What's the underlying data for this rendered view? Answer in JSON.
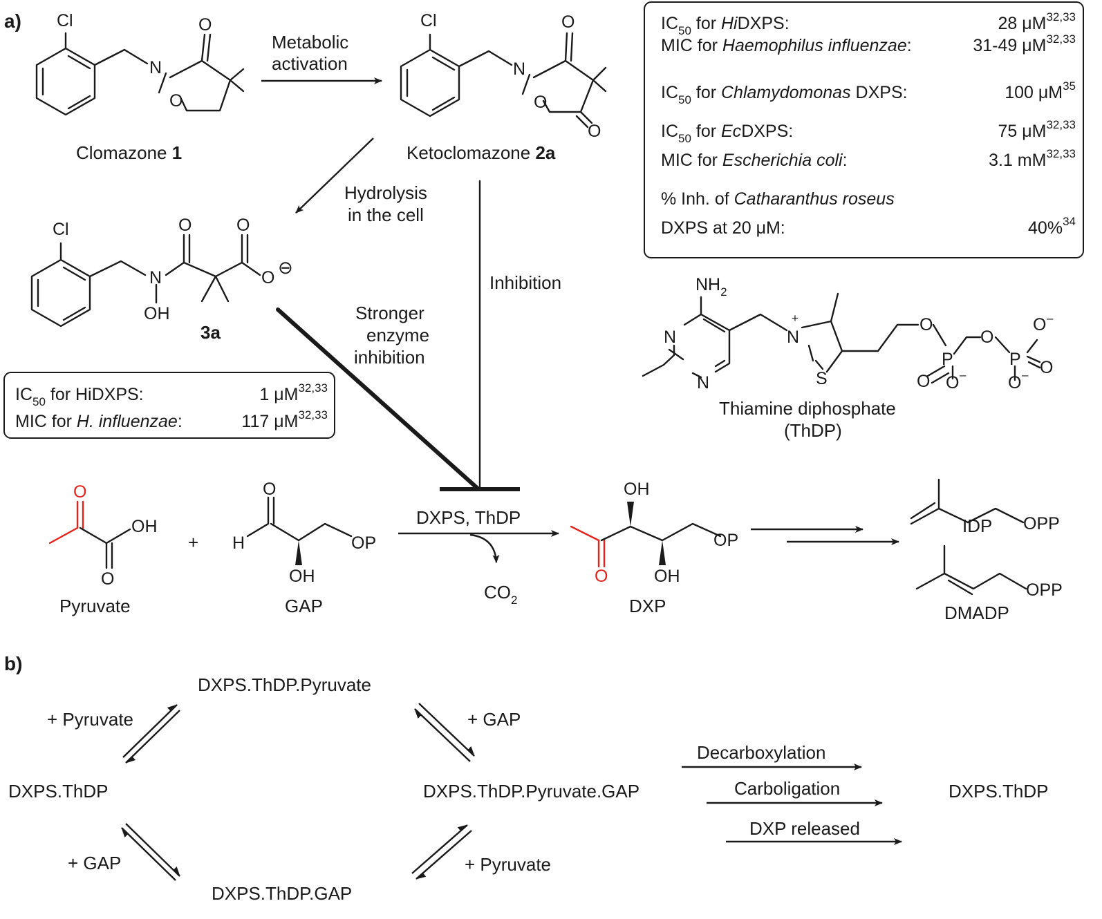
{
  "panel_labels": {
    "a": "a)",
    "b": "b)"
  },
  "compounds": {
    "clomazone": {
      "name": "Clomazone ",
      "num": "1"
    },
    "ketoclomazone": {
      "name": "Ketoclomazone ",
      "num": "2a"
    },
    "hydrolysed": {
      "num": "3a"
    },
    "thdp": {
      "line1": "Thiamine diphosphate",
      "line2": "(ThDP)"
    },
    "pyruvate": "Pyruvate",
    "gap": "GAP",
    "dxp": "DXP",
    "idp": "IDP",
    "dmadp": "DMADP"
  },
  "atoms": {
    "cl": "Cl",
    "o": "O",
    "n": "N",
    "oh": "OH",
    "h": "H",
    "op": "OP",
    "opp": "OPP",
    "s": "S",
    "p": "P",
    "nh2": "NH",
    "nh2_sub": "2",
    "minus": "⊖",
    "plus": "+",
    "neg": "–"
  },
  "arrows": {
    "metabolic": {
      "line1": "Metabolic",
      "line2": "activation"
    },
    "hydrolysis": {
      "line1": "Hydrolysis",
      "line2": "in the cell"
    },
    "inhibition": "Inhibition",
    "stronger": {
      "line1": "Stronger",
      "line2": "enzyme",
      "line3": "inhibition"
    },
    "enzyme": "DXPS,  ThDP",
    "co2": "CO",
    "co2_sub": "2",
    "plus": "+"
  },
  "box_top": {
    "rows": [
      {
        "pre": "IC",
        "sub": "50",
        "mid": " for ",
        "it": "Hi",
        "post": "DXPS:",
        "value": "28 μM",
        "sup": "32,33"
      },
      {
        "pre": "MIC for ",
        "sub": "",
        "mid": "",
        "it": "Haemophilus influenzae",
        "post": ":",
        "value": "31-49 μM",
        "sup": "32,33"
      },
      {
        "pre": "IC",
        "sub": "50",
        "mid": " for ",
        "it": "Chlamydomonas",
        "post": " DXPS:",
        "value": "100 μM",
        "sup": "35"
      },
      {
        "pre": "IC",
        "sub": "50",
        "mid": " for ",
        "it": "Ec",
        "post": "DXPS:",
        "value": "75 μM",
        "sup": "32,33"
      },
      {
        "pre": "MIC for ",
        "sub": "",
        "mid": "",
        "it": "Escherichia coli",
        "post": ":",
        "value": "3.1 mM",
        "sup": "32,33"
      },
      {
        "pre": "% Inh. of ",
        "sub": "",
        "mid": "",
        "it": "Catharanthus roseus",
        "post": "",
        "value": "",
        "sup": ""
      },
      {
        "pre": "DXPS at 20 μM:",
        "sub": "",
        "mid": "",
        "it": "",
        "post": "",
        "value": "40%",
        "sup": "34"
      }
    ]
  },
  "box_left": {
    "rows": [
      {
        "pre": "IC",
        "sub": "50",
        "mid": " for HiDXPS:",
        "it": "",
        "post": "",
        "value": "1 μM",
        "sup": "32,33"
      },
      {
        "pre": "MIC for ",
        "sub": "",
        "mid": "",
        "it": "H. influenzae",
        "post": ":",
        "value": "117 μM",
        "sup": "32,33"
      }
    ]
  },
  "cycle": {
    "dxps_thdp_left": "DXPS.ThDP",
    "dxps_thdp_pyr": "DXPS.ThDP.Pyruvate",
    "dxps_thdp_gap": "DXPS.ThDP.GAP",
    "dxps_thdp_pyr_gap": "DXPS.ThDP.Pyruvate.GAP",
    "dxps_thdp_right": "DXPS.ThDP",
    "plus_pyruvate_top": "+ Pyruvate",
    "plus_gap_top": "+ GAP",
    "plus_gap_bottom": "+ GAP",
    "plus_pyruvate_bottom": "+ Pyruvate",
    "steps": [
      "Decarboxylation",
      "Carboligation",
      "DXP released"
    ]
  },
  "colors": {
    "ink": "#1a1a1a",
    "highlight": "#e8211a"
  }
}
